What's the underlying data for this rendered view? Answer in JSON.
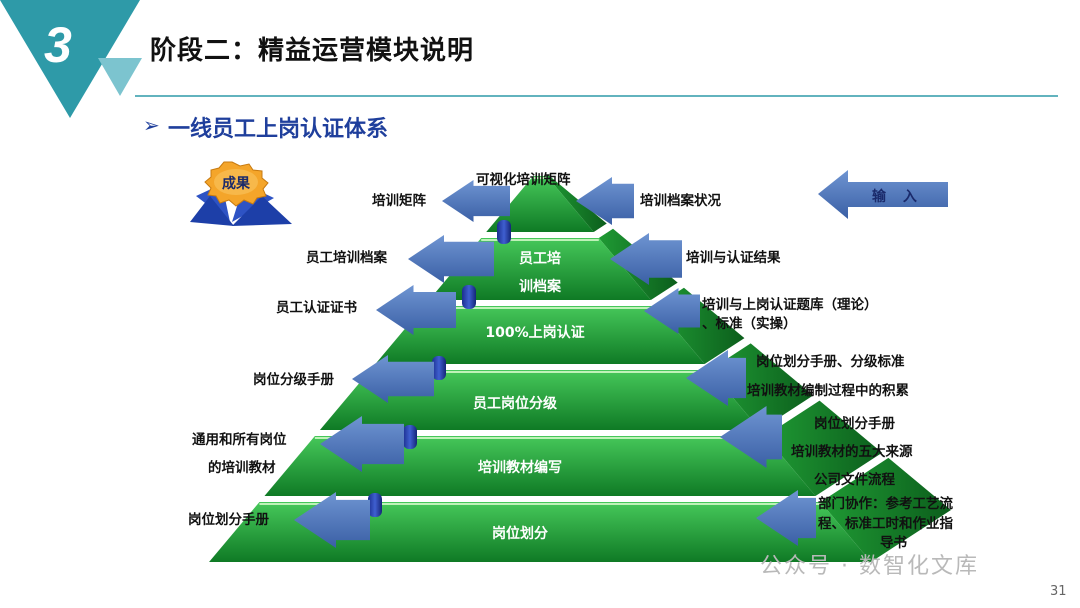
{
  "header": {
    "section_number": "3",
    "title": "阶段二：精益运营模块说明"
  },
  "subtitle": "一线员工上岗认证体系",
  "outputs_badge": "成果",
  "inputs_label": "输 入",
  "pyramid": {
    "top_label": "可视化培训矩阵",
    "levels": [
      {
        "label_line1": "员工培",
        "label_line2": "训档案"
      },
      {
        "label": "100%上岗认证"
      },
      {
        "label": "员工岗位分级"
      },
      {
        "label": "培训教材编写"
      },
      {
        "label": "岗位划分"
      }
    ]
  },
  "outputs": [
    {
      "text": "培训矩阵"
    },
    {
      "text": "员工培训档案"
    },
    {
      "text": "员工认证证书"
    },
    {
      "text": "岗位分级手册"
    },
    {
      "line1": "通用和所有岗位",
      "line2": "的培训教材"
    },
    {
      "text": "岗位划分手册"
    }
  ],
  "inputs": [
    {
      "text": "培训档案状况"
    },
    {
      "text": "培训与认证结果"
    },
    {
      "line1": "培训与上岗认证题库（理论）",
      "line2": "、标准（实操）"
    },
    {
      "line1": "岗位划分手册、分级标准",
      "line2": "培训教材编制过程中的积累"
    },
    {
      "line1": "岗位划分手册",
      "line2": "培训教材的五大来源",
      "line3": "公司文件流程"
    },
    {
      "line1": "部门协作：参考工艺流",
      "line2": "程、标准工时和作业指",
      "line3": "导书"
    }
  ],
  "watermark": "公众号 · 数智化文库",
  "page_number": "31",
  "colors": {
    "teal": "#2e9aa8",
    "teal_light": "#7cc4cf",
    "pyramid_green": "#1aa33a",
    "arrow_blue": "#4a74b8",
    "title_blue": "#1f3f9c"
  }
}
